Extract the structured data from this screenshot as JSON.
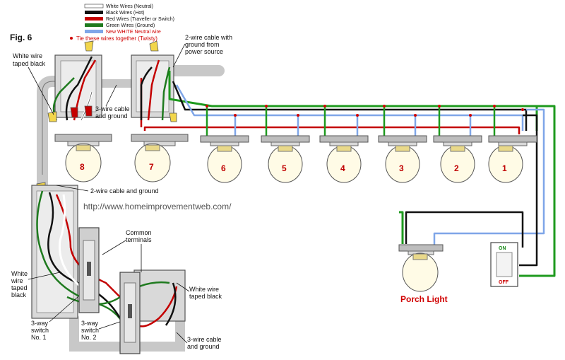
{
  "figure": {
    "title": "Fig. 6",
    "url": "http://www.homeimprovementweb.com/"
  },
  "legend": {
    "items": [
      {
        "label": "White Wires (Neutral)",
        "color": "#ffffff"
      },
      {
        "label": "Black Wires (Hot)",
        "color": "#111111"
      },
      {
        "label": "Red Wires (Traveller or Switch)",
        "color": "#c40000"
      },
      {
        "label": "Green Wires (Ground)",
        "color": "#1e7a1e"
      },
      {
        "label": "New WHITE Neutral wire",
        "color": "#7fa6e8"
      }
    ],
    "note": "Tie these wires together (Twisty)",
    "note_color": "#d00000"
  },
  "annotations": {
    "white_wire_taped_black_top": [
      "White wire",
      "taped black"
    ],
    "two_wire_power": [
      "2-wire cable with",
      "ground from",
      "power source"
    ],
    "three_wire_cable_top": [
      "3-wire cable",
      "and ground"
    ],
    "two_wire_cable_ground": "2-wire cable and ground",
    "common_terminals": [
      "Common",
      "terminals"
    ],
    "white_wire_taped_black_left": [
      "White",
      "wire",
      "taped",
      "black"
    ],
    "white_wire_taped_black_right": [
      "White wire",
      "taped black"
    ],
    "switch1": [
      "3-way",
      "switch",
      "No. 1"
    ],
    "switch2": [
      "3-way",
      "switch",
      "No. 2"
    ],
    "three_wire_cable_bottom": [
      "3-wire cable",
      "and ground"
    ]
  },
  "lights": [
    {
      "number": "8"
    },
    {
      "number": "7"
    },
    {
      "number": "6"
    },
    {
      "number": "5"
    },
    {
      "number": "4"
    },
    {
      "number": "3"
    },
    {
      "number": "2"
    },
    {
      "number": "1"
    }
  ],
  "porch": {
    "label": "Porch Light",
    "switch_on": "ON",
    "switch_off": "OFF"
  }
}
